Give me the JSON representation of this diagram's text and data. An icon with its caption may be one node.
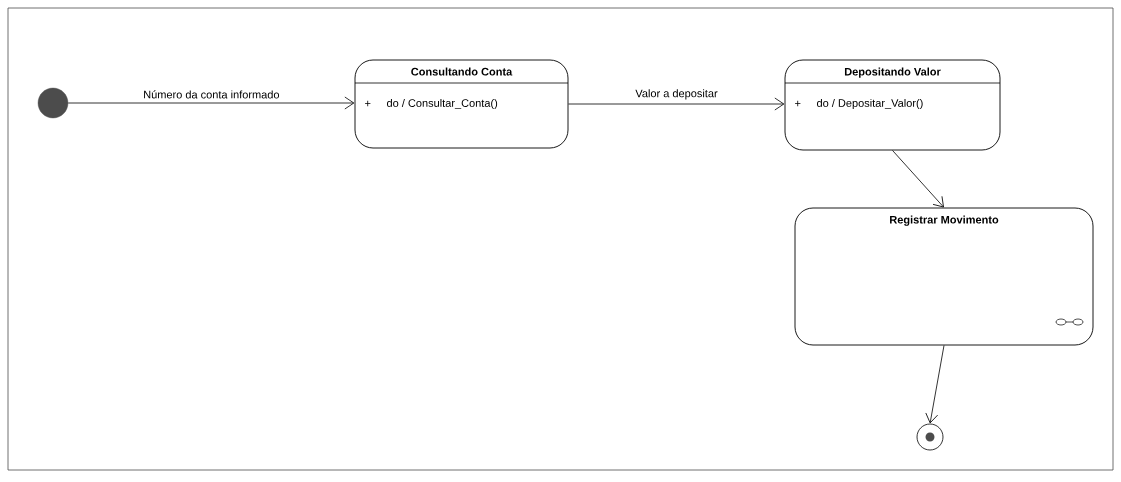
{
  "diagram": {
    "nodes": [
      {
        "text": [],
        "shape": "circle"
      },
      {
        "text": [
          "Consultando Conta",
          "+",
          "do / Consultar_Conta()"
        ]
      },
      {
        "text": [
          "Depositando Valor",
          "+",
          "do / Depositar_Valor()"
        ]
      },
      {
        "text": [
          "Registrar Movimento"
        ]
      },
      {
        "text": [],
        "shape": "bullseye"
      }
    ],
    "edges": [
      {
        "from": 0,
        "to": 1,
        "arrow": "to",
        "label": "Número da conta informado"
      },
      {
        "from": 1,
        "to": 2,
        "arrow": "to",
        "label": "Valor a depositar"
      },
      {
        "from": 2,
        "to": 3,
        "arrow": "to"
      },
      {
        "from": 3,
        "to": 4,
        "arrow": "to"
      }
    ]
  }
}
